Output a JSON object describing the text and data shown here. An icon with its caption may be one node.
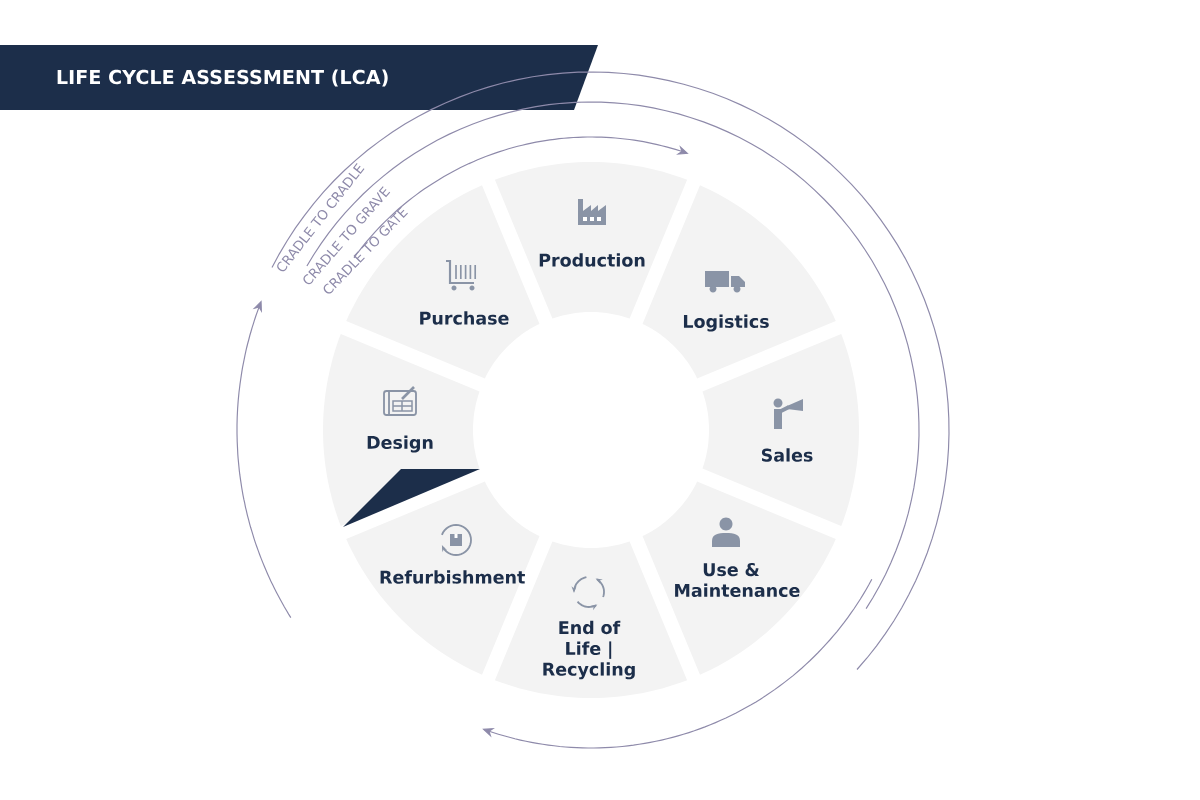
{
  "diagram": {
    "title": "LIFE CYCLE ASSESSMENT (LCA)",
    "nodes": [
      {
        "text": [
          "Design"
        ]
      },
      {
        "text": [
          "Purchase"
        ]
      },
      {
        "text": [
          "Production"
        ]
      },
      {
        "text": [
          "Logistics"
        ]
      },
      {
        "text": [
          "Sales"
        ]
      },
      {
        "text": [
          "Use & Maintenance"
        ]
      },
      {
        "text": [
          "End of Life | Recycling"
        ]
      },
      {
        "text": [
          "Refurbishment"
        ]
      }
    ],
    "edges": [],
    "labels": [
      "CRADLE TO CRADLE",
      "CRADLE TO GRAVE",
      "CRADLE TO GATE"
    ]
  }
}
